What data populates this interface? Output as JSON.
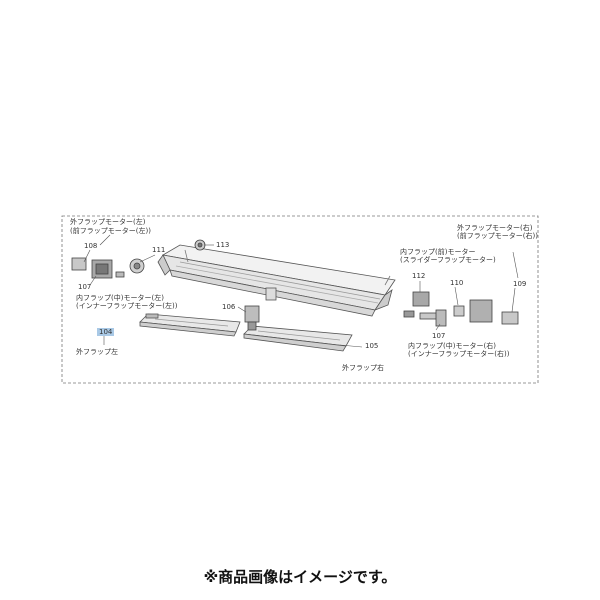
{
  "labels": {
    "outer_flap_motor_left": "外フラップモーター(左)",
    "outer_flap_motor_left_alt": "(前フラップモーター(左))",
    "inner_flap_mid_motor_left": "内フラップ(中)モーター(左)",
    "inner_flap_mid_motor_left_alt": "(インナーフラップモーター(左))",
    "outer_flap_left": "外フラップ左",
    "outer_flap_right": "外フラップ右",
    "inner_flap_front_motor": "内フラップ(前)モーター",
    "inner_flap_front_motor_alt": "(スライダーフラップモーター)",
    "outer_flap_motor_right": "外フラップモーター(右)",
    "outer_flap_motor_right_alt": "(前フラップモーター(右))",
    "inner_flap_mid_motor_right": "内フラップ(中)モーター(右)",
    "inner_flap_mid_motor_right_alt": "(インナーフラップモーター(右))"
  },
  "part_numbers": {
    "p104": "104",
    "p105": "105",
    "p106": "106",
    "p107_left": "107",
    "p107_right": "107",
    "p108": "108",
    "p109": "109",
    "p110": "110",
    "p111": "111",
    "p112": "112",
    "p113": "113"
  },
  "highlighted_part": "104",
  "colors": {
    "highlight": "#a9c9e6",
    "line": "#555555"
  },
  "notice": "※商品画像はイメージです。"
}
